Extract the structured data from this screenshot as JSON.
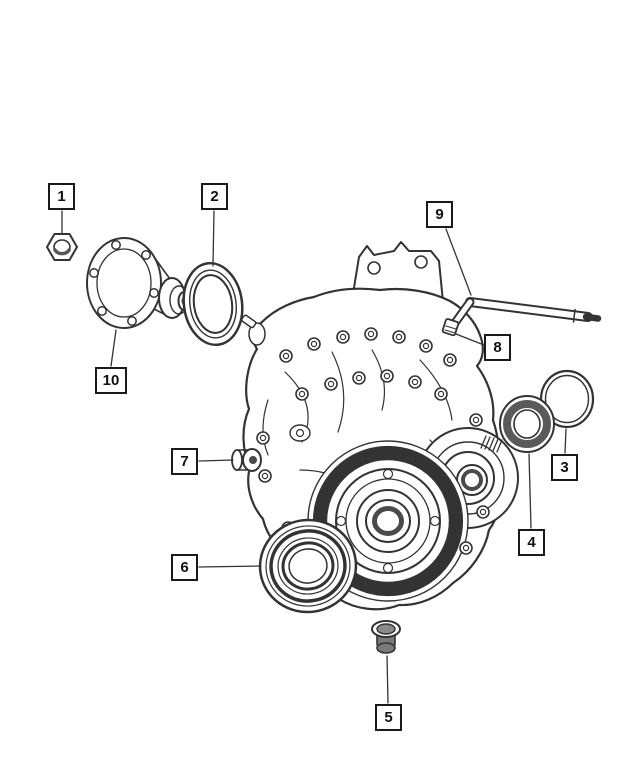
{
  "figure": {
    "callouts": [
      {
        "label": "1"
      },
      {
        "label": "2"
      },
      {
        "label": "3"
      },
      {
        "label": "4"
      },
      {
        "label": "5"
      },
      {
        "label": "6"
      },
      {
        "label": "7"
      },
      {
        "label": "8"
      },
      {
        "label": "9"
      },
      {
        "label": "10"
      }
    ],
    "colors": {
      "line": "#333333",
      "background": "#ffffff",
      "callout_border": "#1a1a1a",
      "shade": "#6f6f6f"
    }
  }
}
